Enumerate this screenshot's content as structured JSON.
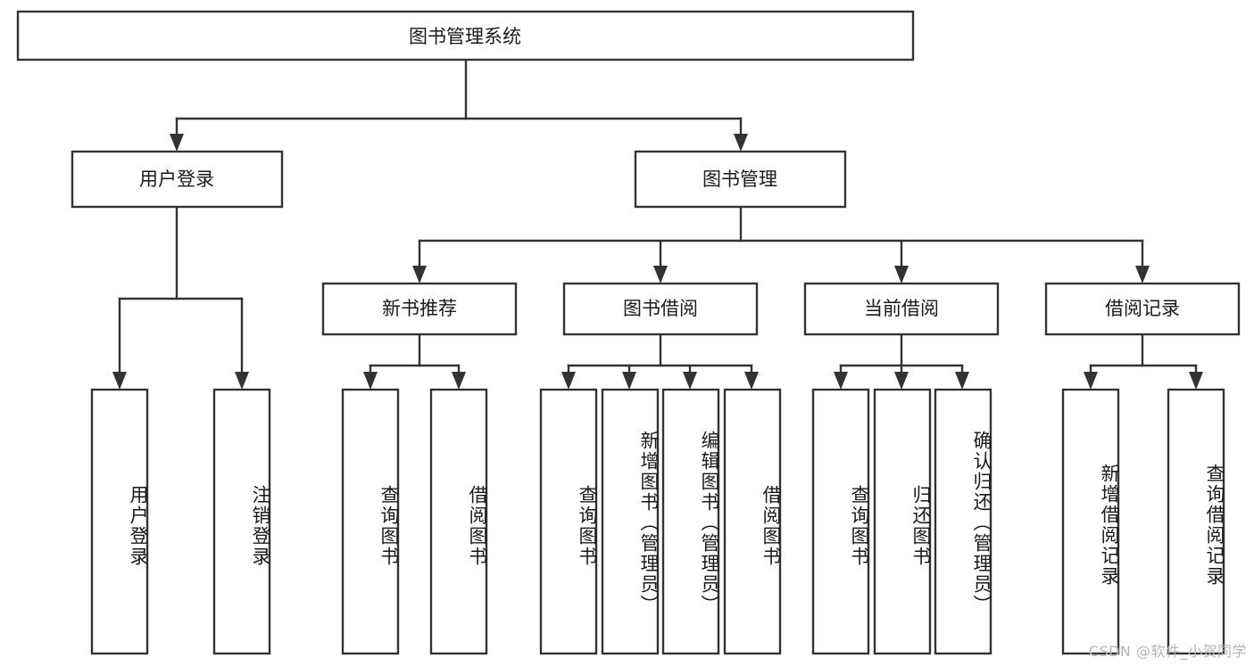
{
  "diagram": {
    "title": "图书管理系统",
    "type": "tree",
    "watermark": "CSDN @软件_小贺同学",
    "colors": {
      "box_stroke": "#333333",
      "box_fill": "#ffffff",
      "text": "#1a1a1a",
      "connector": "#333333",
      "background": "#ffffff",
      "watermark": "#b6b6b6"
    },
    "root": {
      "label": "图书管理系统"
    },
    "level2": [
      {
        "label": "用户登录"
      },
      {
        "label": "图书管理"
      }
    ],
    "level3": [
      {
        "label": "新书推荐"
      },
      {
        "label": "图书借阅"
      },
      {
        "label": "当前借阅"
      },
      {
        "label": "借阅记录"
      }
    ],
    "leaves": {
      "user_login": [
        {
          "label": "用户登录"
        },
        {
          "label": "注销登录"
        }
      ],
      "new_book_recommend": [
        {
          "label": "查询图书"
        },
        {
          "label": "借阅图书"
        }
      ],
      "book_borrow": [
        {
          "label": "查询图书"
        },
        {
          "label": "新增图书（管理员）"
        },
        {
          "label": "编辑图书（管理员）"
        },
        {
          "label": "借阅图书"
        }
      ],
      "current_borrow": [
        {
          "label": "查询图书"
        },
        {
          "label": "归还图书"
        },
        {
          "label": "确认归还（管理员）"
        }
      ],
      "borrow_record": [
        {
          "label": "新增借阅记录"
        },
        {
          "label": "查询借阅记录"
        }
      ]
    }
  }
}
